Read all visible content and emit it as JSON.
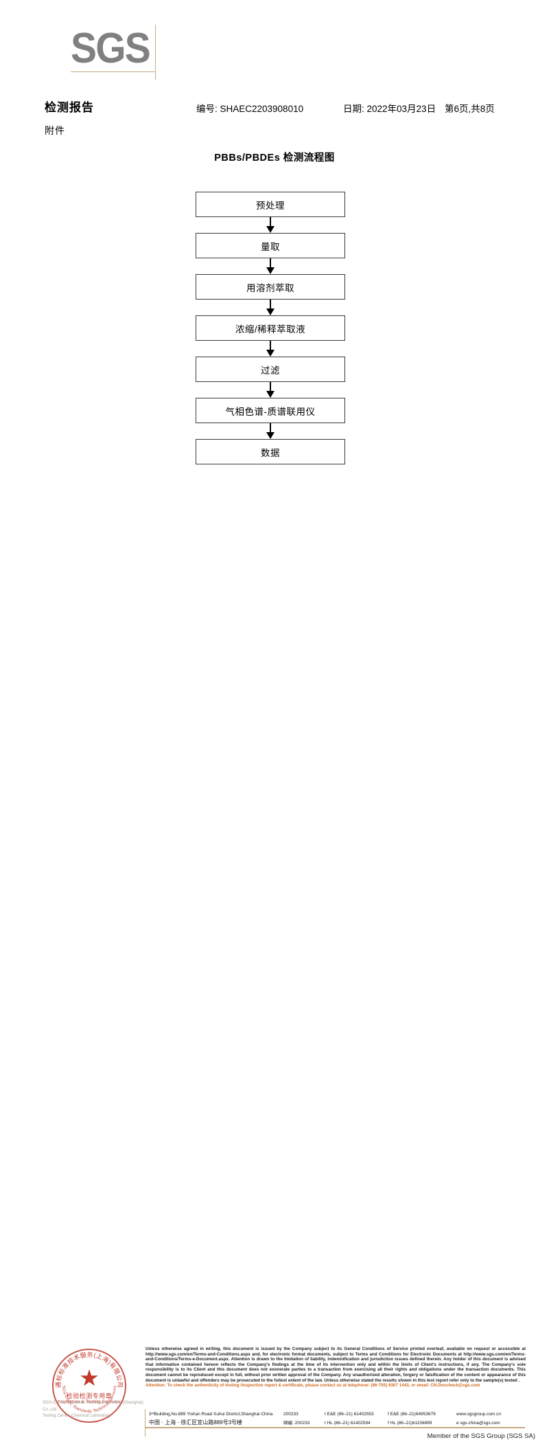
{
  "brand": {
    "logo_text": "SGS",
    "accent_color": "#c8a981",
    "logo_color": "#808080"
  },
  "header": {
    "title": "检测报告",
    "subtitle": "附件",
    "report_no": "编号: SHAEC2203908010",
    "date": "日期: 2022年03月23日",
    "page": "第6页,共8页"
  },
  "flowchart": {
    "title": "PBBs/PBDEs 检测流程图",
    "steps": [
      {
        "label": "预处理"
      },
      {
        "label": "量取"
      },
      {
        "label": "用溶剂萃取"
      },
      {
        "label": "浓缩/稀释萃取液"
      },
      {
        "label": "过滤"
      },
      {
        "label": "气相色谱-质谱联用仪"
      },
      {
        "label": "数据"
      }
    ]
  },
  "seal": {
    "star_glyph": "★",
    "cn_text": "检验检测专用章",
    "en_text": "Inspection & Testing Services",
    "ring_cn_top": "通标标准技术服务(上海)有限公司",
    "ring_en_bottom": "SGS-CSTC Standards Technical Services",
    "color": "#c0392b",
    "faded_line1": "SGS-CSTC Standards Technical Services (Shanghai) Co.,Ltd.",
    "faded_line2": "Testing Center-Chemical Laboratory."
  },
  "footer": {
    "legal_text": "Unless otherwise agreed in writing, this document is issued by the Company subject to its General Conditions of Service printed overleaf, available on request or accessible at http://www.sgs.com/en/Terms-and-Conditions.aspx and, for electronic format documents, subject to Terms and Conditions for Electronic Documents at http://www.sgs.com/en/Terms-and-Conditions/Terms-e-Document.aspx. Attention is drawn to the limitation of liability, indemnification and jurisdiction issues defined therein. Any holder of this document is advised that information contained hereon reflects the Company's findings at the time of its intervention only and within the limits of Client's instructions, if any. The Company's sole responsibility is to its Client and this document does not exonerate parties to a transaction from exercising all their rights and obligations under the transaction documents. This document cannot be reproduced except in full, without prior written approval of the Company. Any unauthorized alteration, forgery or falsification of the content or appearance of this document is unlawful and offenders may be prosecuted to the fullest extent of the law. Unless otherwise stated the results shown in this test report refer only to the sample(s) tested .",
    "attention_text": "Attention: To check the authenticity of testing /inspection report & certificate, please contact us at telephone: (86-755) 8307 1443, or email: CN.Doccheck@sgs.com",
    "attention_color": "#d2691e",
    "address_en": "3ʳᵈBuilding,No.889 Yishan Road Xuhui District,Shanghai China",
    "zip_en": "200233",
    "tel_en": "t E&E (86–21) 61402553",
    "fax_en": "f E&E (86–21)64953679",
    "web_en": "www.sgsgroup.com.cn",
    "address_cn": "中国 · 上海 · 徐汇区宜山路889号3号楼",
    "zip_cn": "邮编: 200233",
    "tel_cn": "t HL (86–21) 61402594",
    "fax_cn": "f HL (86–21)61156899",
    "web_cn": "e  sgs.china@sgs.com",
    "member_text": "Member of the SGS Group (SGS SA)"
  }
}
